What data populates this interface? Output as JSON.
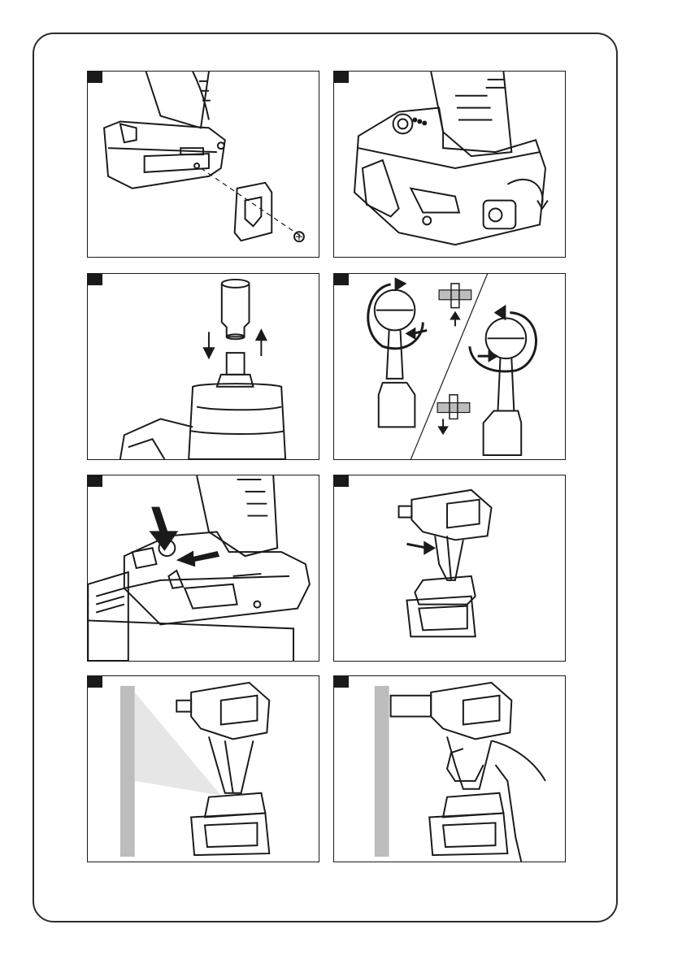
{
  "page": {
    "panels": [
      {
        "id": "p1",
        "illustration": "base-clip-mounting"
      },
      {
        "id": "p2",
        "illustration": "belt-hook-rotation"
      },
      {
        "id": "p3",
        "illustration": "socket-attach-remove"
      },
      {
        "id": "p4",
        "illustration": "rotation-direction"
      },
      {
        "id": "p5",
        "illustration": "battery-indicator-button"
      },
      {
        "id": "p6",
        "illustration": "trigger-switch"
      },
      {
        "id": "p7",
        "illustration": "led-work-light"
      },
      {
        "id": "p8",
        "illustration": "operation-grip"
      }
    ]
  },
  "colors": {
    "line": "#1a1a1a",
    "wall": "#bdbdbd",
    "light": "#e6e6e6"
  }
}
